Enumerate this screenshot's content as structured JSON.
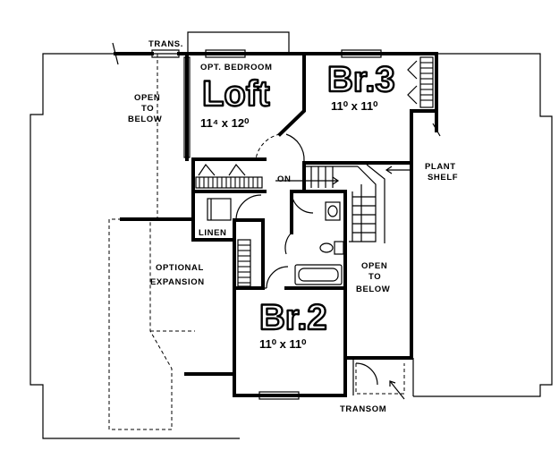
{
  "labels": {
    "trans": "TRANS.",
    "opt_bedroom": "OPT. BEDROOM",
    "loft_name": "Loft",
    "loft_dim": "11⁴ x 12⁰",
    "br3_name": "Br.3",
    "br3_dim": "11⁰ x 11⁰",
    "open_left": [
      "OPEN",
      "TO",
      "BELOW"
    ],
    "on": "ON",
    "plant_shelf": [
      "PLANT",
      "SHELF"
    ],
    "linen": "LINEN",
    "optional_expansion": [
      "OPTIONAL",
      "EXPANSION"
    ],
    "open_right": [
      "OPEN",
      "TO",
      "BELOW"
    ],
    "br2_name": "Br.2",
    "br2_dim": "11⁰ x 11⁰",
    "transom": "TRANSOM"
  }
}
